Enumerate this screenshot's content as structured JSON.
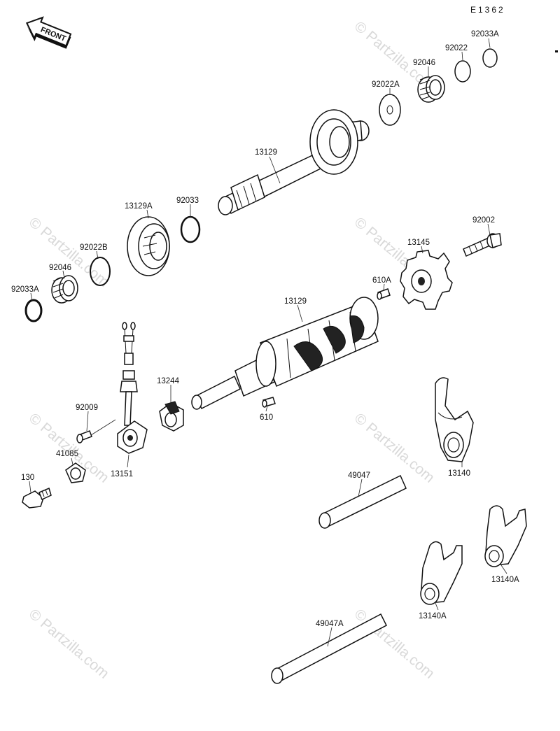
{
  "diagram": {
    "code": "E1362",
    "front_label": "FRONT",
    "watermark": "© Partzilla.com",
    "parts": [
      {
        "key": "92033A_top",
        "label": "92033A"
      },
      {
        "key": "92022_top",
        "label": "92022"
      },
      {
        "key": "92046_top",
        "label": "92046"
      },
      {
        "key": "92022A",
        "label": "92022A"
      },
      {
        "key": "13129_shaft",
        "label": "13129"
      },
      {
        "key": "13129A",
        "label": "13129A"
      },
      {
        "key": "92033",
        "label": "92033"
      },
      {
        "key": "92022B",
        "label": "92022B"
      },
      {
        "key": "92046_left",
        "label": "92046"
      },
      {
        "key": "92033A_left",
        "label": "92033A"
      },
      {
        "key": "92002",
        "label": "92002"
      },
      {
        "key": "13145",
        "label": "13145"
      },
      {
        "key": "610A",
        "label": "610A"
      },
      {
        "key": "13129_drum",
        "label": "13129"
      },
      {
        "key": "13244",
        "label": "13244"
      },
      {
        "key": "610",
        "label": "610"
      },
      {
        "key": "92009",
        "label": "92009"
      },
      {
        "key": "41085",
        "label": "41085"
      },
      {
        "key": "13151",
        "label": "13151"
      },
      {
        "key": "130",
        "label": "130"
      },
      {
        "key": "13140",
        "label": "13140"
      },
      {
        "key": "49047",
        "label": "49047"
      },
      {
        "key": "13140A_right",
        "label": "13140A"
      },
      {
        "key": "13140A_mid",
        "label": "13140A"
      },
      {
        "key": "49047A",
        "label": "49047A"
      }
    ]
  }
}
